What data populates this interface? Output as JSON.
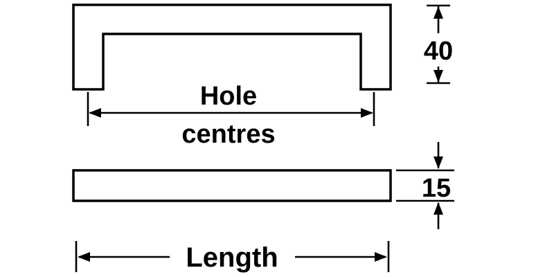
{
  "diagram": {
    "front_view": {
      "dimension_label_line1": "Hole",
      "dimension_label_line2": "centres",
      "height_value": "40"
    },
    "side_view": {
      "thickness_value": "15",
      "length_label": "Length"
    },
    "colors": {
      "line": "#000000",
      "shape_fill": "#ffffff",
      "background": "#ffffff"
    }
  }
}
